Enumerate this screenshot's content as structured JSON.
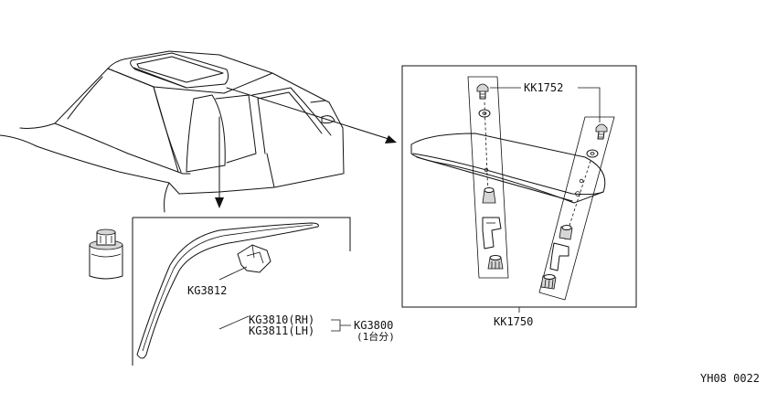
{
  "labels": {
    "kk1752": "KK1752",
    "kk1750": "KK1750",
    "kg3812": "KG3812",
    "kg3810": "KG3810(RH)",
    "kg3811": "KG3811(LH)",
    "kg3800": "KG3800",
    "per_vehicle": "(1台分)",
    "diagram_code": "YH08 0022"
  }
}
